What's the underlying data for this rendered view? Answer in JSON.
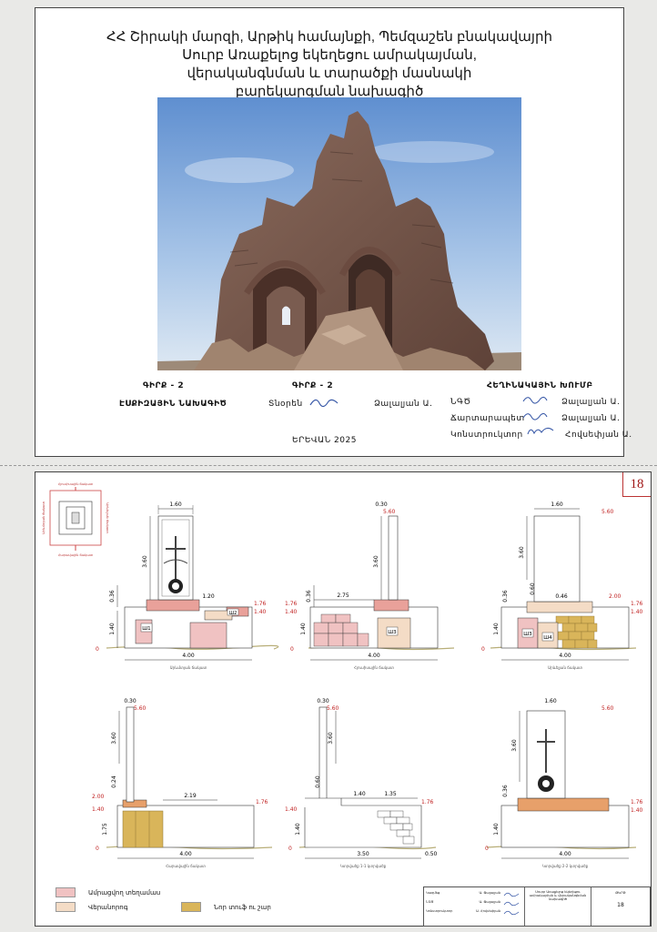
{
  "cover": {
    "title_lines": [
      "ՀՀ Շիրակի մարզի, Արթիկ համայնքի, Պեմզաշեն բնակավայրի",
      "Սուրբ Առաքելոց եկեղեցու ամրակայման,",
      "վերականգնման և տարածքի մասնակի",
      "բարեկարգման նախագիծ"
    ],
    "book_left": "ԳԻՐՔ - 2",
    "book_left_sub": "ԷՍՔԻԶԱՅԻՆ ՆԱԽԱԳԻԾ",
    "book_mid": "ԳԻՐՔ - 2",
    "director_role": "Տնօրեն",
    "director_name": "Ձալալյան Ա.",
    "team_title": "ՀԵՂԻՆԱԿԱՅԻՆ ԽՈՒՄԲ",
    "team": [
      {
        "role": "ՆԳԾ",
        "name": "Ձալալյան Ա."
      },
      {
        "role": "Ճարտարապետ",
        "name": "Ձալալյան Ա."
      },
      {
        "role": "Կոնստրուկտոր",
        "name": "Հովսեփյան Ա."
      }
    ],
    "city_year": "ԵՐԵՎԱՆ 2025"
  },
  "drawings": {
    "page_number": "18",
    "key_plan_labels": [
      "Արևմտյան ճակատ",
      "Հյուսիսային ճակատ",
      "Արևելյան ճակատ",
      "Հարավային ճակատ"
    ],
    "panels": [
      {
        "caption": "Արևմտյան ճակատ",
        "dims": {
          "top": "1.60",
          "h": "3.60",
          "base": "0.36",
          "plinth": "1.40",
          "side": "1.20",
          "total": "4.00",
          "lvl1": "1.76",
          "lvl2": "1.40",
          "zero": "0"
        },
        "badges": [
          "Ш1",
          "Ш2"
        ]
      },
      {
        "caption": "Հյուսիսային ճակատ",
        "dims": {
          "top": "0.30",
          "top_lvl": "5.60",
          "h": "3.60",
          "base": "0.36",
          "plinth": "1.40",
          "mid": "2.75",
          "total": "4.00",
          "lvl1": "1.76",
          "lvl2": "1.40",
          "zero": "0"
        },
        "badges": [
          "Ш3"
        ]
      },
      {
        "caption": "Արևելյան ճակատ",
        "dims": {
          "top": "1.60",
          "top_lvl": "5.60",
          "h": "3.60",
          "h2": "0.60",
          "base": "0.36",
          "mid": "0.46",
          "plinth": "1.40",
          "total": "4.00",
          "lvl1": "2.00",
          "lvl2": "1.76",
          "lvl3": "1.40",
          "zero": "0"
        },
        "badges": [
          "Ш3",
          "Ш4"
        ]
      },
      {
        "caption": "Հարավային ճակատ",
        "dims": {
          "top": "0.30",
          "top_lvl": "5.60",
          "h": "3.60",
          "h2": "0.24",
          "plinth": "1.75",
          "right": "2.19",
          "total": "4.00",
          "lvl1": "2.00",
          "lvl2": "1.76",
          "lvl3": "1.40",
          "zero": "0"
        },
        "badges": []
      },
      {
        "caption": "Կտրվածք 1-1 կտրվածք",
        "dims": {
          "top": "0.30",
          "top_lvl": "5.60",
          "h": "3.60",
          "h2": "0.60",
          "plinth": "1.40",
          "a": "1.40",
          "b": "1.35",
          "total": "3.50",
          "right": "0.50",
          "lvl1": "1.76",
          "lvl2": "1.40",
          "zero": "0"
        },
        "badges": []
      },
      {
        "caption": "Կտրվածք 2-2 կտրվածք",
        "dims": {
          "top": "1.60",
          "top_lvl": "5.60",
          "h": "3.60",
          "base": "0.36",
          "plinth": "1.40",
          "total": "4.00",
          "lvl1": "1.76",
          "lvl2": "1.40",
          "zero": "0"
        },
        "badges": []
      }
    ],
    "legend": [
      {
        "label": "Ամրացվող տեղամաս",
        "color": "#f0c2c2"
      },
      {
        "label": "Վերանորոգ",
        "color": "#f4dcc6"
      },
      {
        "label": "Նոր տուֆ ու շար",
        "color": "#d9b55a"
      }
    ],
    "stamp": {
      "rows": [
        {
          "role": "Կազմեց",
          "name": "Ա. Ջալալյան"
        },
        {
          "role": "ՆԳԾ",
          "name": "Ա. Ջալալյան"
        },
        {
          "role": "Կոնստրուկտոր",
          "name": "Ա. Հովսեփյան"
        }
      ],
      "desc": "Սուրբ Առաքելոց եկեղեցու ամրակայման և վերականգնման նախագիծ",
      "sheet_label": "ԹԵՐԹ",
      "sheet_no": "18"
    },
    "colors": {
      "pink": "#f0c2c2",
      "salmon": "#e9a19a",
      "tan": "#e7c8a4",
      "ochre": "#d9b55a",
      "ground": "#e6e0b8"
    }
  }
}
